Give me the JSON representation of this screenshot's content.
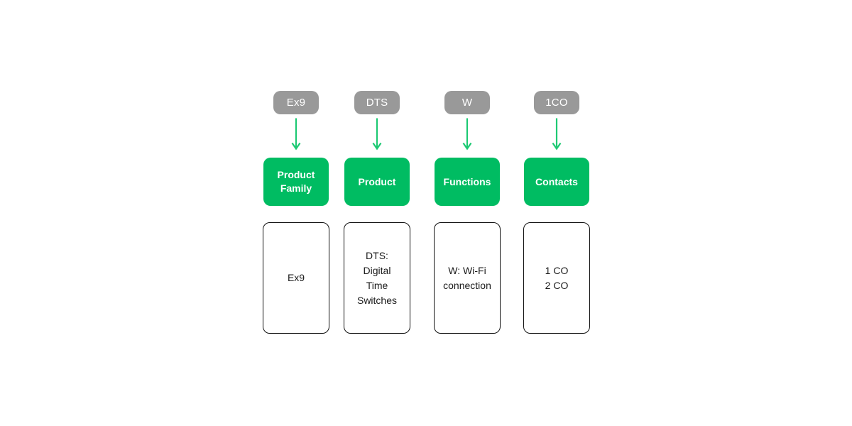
{
  "diagram": {
    "name": "product-code-legend",
    "colors": {
      "badge_gray": "#999999",
      "box_green": "#00bc62",
      "arrow_green": "#1dc973",
      "outline_black": "#111111",
      "text_dark": "#1a1a1a",
      "text_light": "#ffffff",
      "background": "#ffffff"
    },
    "columns": [
      {
        "code": "Ex9",
        "category": "Product\nFamily",
        "description": "Ex9"
      },
      {
        "code": "DTS",
        "category": "Product",
        "description": "DTS:\nDigital\nTime\nSwitches"
      },
      {
        "code": "W",
        "category": "Functions",
        "description": "W: Wi-Fi\nconnection"
      },
      {
        "code": "1CO",
        "category": "Contacts",
        "description": "1 CO\n2 CO"
      }
    ]
  }
}
